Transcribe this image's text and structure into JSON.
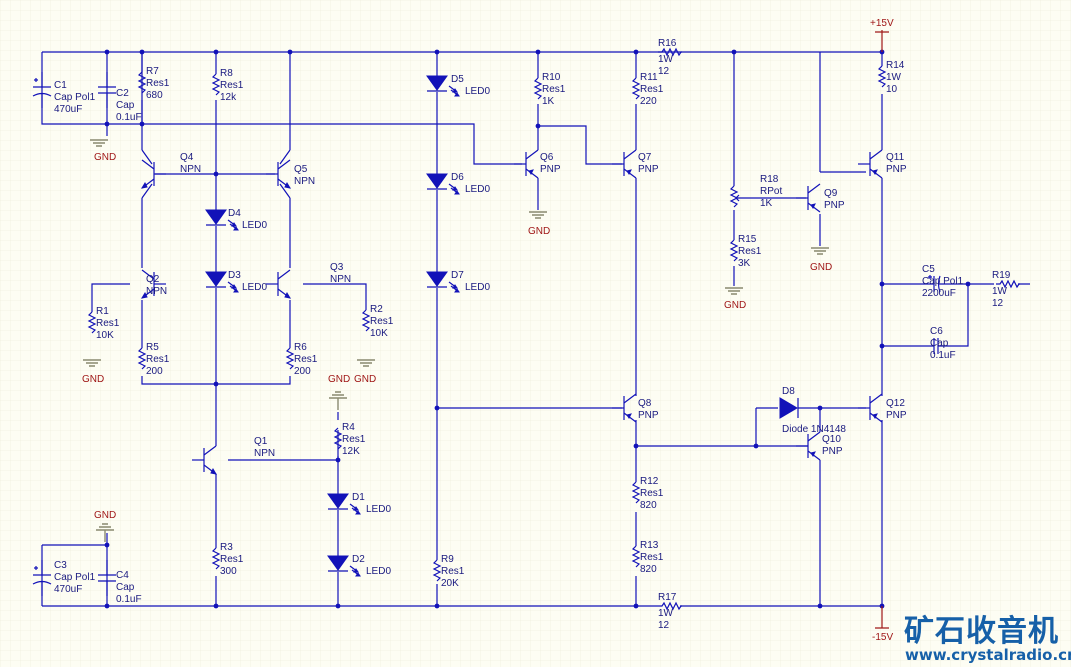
{
  "rails": {
    "positive": "+15V",
    "negative": "-15V"
  },
  "watermark": {
    "title": "矿石收音机",
    "url": "www.crystalradio.cn"
  },
  "gnd_label": "GND",
  "resistors": [
    {
      "ref": "R1",
      "type": "Res1",
      "value": "10K"
    },
    {
      "ref": "R2",
      "type": "Res1",
      "value": "10K"
    },
    {
      "ref": "R3",
      "type": "Res1",
      "value": "300"
    },
    {
      "ref": "R4",
      "type": "Res1",
      "value": "12K"
    },
    {
      "ref": "R5",
      "type": "Res1",
      "value": "200"
    },
    {
      "ref": "R6",
      "type": "Res1",
      "value": "200"
    },
    {
      "ref": "R7",
      "type": "Res1",
      "value": "680"
    },
    {
      "ref": "R8",
      "type": "Res1",
      "value": "12k"
    },
    {
      "ref": "R9",
      "type": "Res1",
      "value": "20K"
    },
    {
      "ref": "R10",
      "type": "Res1",
      "value": "1K"
    },
    {
      "ref": "R11",
      "type": "Res1",
      "value": "220"
    },
    {
      "ref": "R12",
      "type": "Res1",
      "value": "820"
    },
    {
      "ref": "R13",
      "type": "Res1",
      "value": "820"
    },
    {
      "ref": "R14",
      "type": "1W",
      "value": "10"
    },
    {
      "ref": "R15",
      "type": "Res1",
      "value": "3K"
    },
    {
      "ref": "R16",
      "type": "1W",
      "value": "12"
    },
    {
      "ref": "R17",
      "type": "1W",
      "value": "12"
    },
    {
      "ref": "R18",
      "type": "RPot",
      "value": "1K"
    },
    {
      "ref": "R19",
      "type": "1W",
      "value": "12"
    }
  ],
  "capacitors": [
    {
      "ref": "C1",
      "type": "Cap Pol1",
      "value": "470uF"
    },
    {
      "ref": "C2",
      "type": "Cap",
      "value": "0.1uF"
    },
    {
      "ref": "C3",
      "type": "Cap Pol1",
      "value": "470uF"
    },
    {
      "ref": "C4",
      "type": "Cap",
      "value": "0.1uF"
    },
    {
      "ref": "C5",
      "type": "Cap Pol1",
      "value": "2200uF"
    },
    {
      "ref": "C6",
      "type": "Cap",
      "value": "0.1uF"
    }
  ],
  "transistors": [
    {
      "ref": "Q1",
      "type": "NPN"
    },
    {
      "ref": "Q2",
      "type": "NPN"
    },
    {
      "ref": "Q3",
      "type": "NPN"
    },
    {
      "ref": "Q4",
      "type": "NPN"
    },
    {
      "ref": "Q5",
      "type": "NPN"
    },
    {
      "ref": "Q6",
      "type": "PNP"
    },
    {
      "ref": "Q7",
      "type": "PNP"
    },
    {
      "ref": "Q8",
      "type": "PNP"
    },
    {
      "ref": "Q9",
      "type": "PNP"
    },
    {
      "ref": "Q10",
      "type": "PNP"
    },
    {
      "ref": "Q11",
      "type": "PNP"
    },
    {
      "ref": "Q12",
      "type": "PNP"
    }
  ],
  "leds": [
    {
      "ref": "D1",
      "type": "LED0"
    },
    {
      "ref": "D2",
      "type": "LED0"
    },
    {
      "ref": "D3",
      "type": "LED0"
    },
    {
      "ref": "D4",
      "type": "LED0"
    },
    {
      "ref": "D5",
      "type": "LED0"
    },
    {
      "ref": "D6",
      "type": "LED0"
    },
    {
      "ref": "D7",
      "type": "LED0"
    }
  ],
  "diodes": [
    {
      "ref": "D8",
      "type": "Diode 1N4148"
    }
  ]
}
